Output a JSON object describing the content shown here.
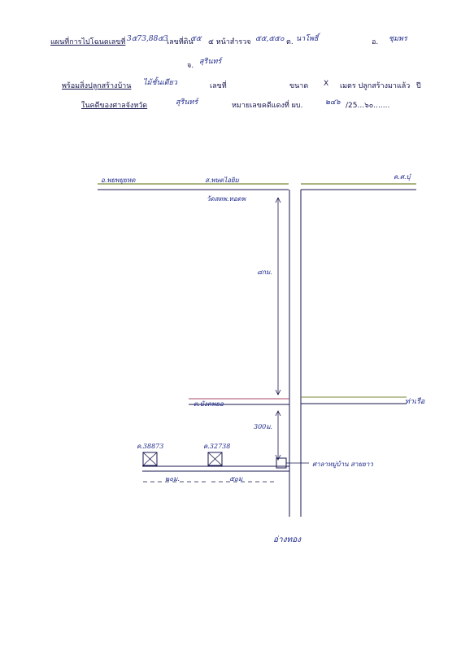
{
  "header": {
    "line1_prefix": "แผนที่การไปโฉนดเลขที่",
    "deed_no": "3๕73,88๕3",
    "land_label": "เลขที่ดิน",
    "land_no": "๕๕",
    "page_label": "๕ หน้าสำรวจ",
    "survey_no": "๕๕,๕๕๐",
    "subdistrict_label": "ต.",
    "subdistrict": "นาโพธิ์",
    "district_label": "อ.",
    "district": "ชุมพร",
    "province_label": "จ.",
    "province": "สุรินทร์"
  },
  "line2": {
    "prefix": "พร้อมสิ่งปลูกสร้างบ้าน",
    "house_type": "ไม้ชั้นเดียว",
    "no_label": "เลขที่",
    "size_label": "ขนาด",
    "x_label": "X",
    "meter_label": "เมตร ปลูกสร้างมาแล้ว",
    "year_label": "ปี"
  },
  "line3": {
    "court_prefix": "ในคดีของศาลจังหวัด",
    "court_province": "สุรินทร์",
    "case_label": "หมายเลขคดีแดงที่ ผบ.",
    "case_no": "๒๔๖",
    "case_year": "/25...๖๐......."
  },
  "map": {
    "road_top_left": "อ.พยพยุยหด",
    "road_top_mid": "ส.พษตไอยิม",
    "road_top_right": "ค.ศ.บุ๋",
    "place_upper": "ว้ดสตพ.ทอดพ",
    "distance_vertical": "๘กม.",
    "road_lower_left": "ต.บังคพยอ",
    "road_lower_right": "ท่าเรือ",
    "distance_short": "300ม.",
    "plot_a": "ค.38873",
    "plot_b": "ค.32738",
    "dist_bottom_a": "๒๐ม.",
    "dist_bottom_b": "๕๐ม",
    "landmark": "ศาลาหมู่บ้าน สายยาว",
    "road_bottom": "อ่างทอง"
  },
  "colors": {
    "ink": "#1f2a8a",
    "line": "#16164f",
    "road_green": "#7a8a3a",
    "road_magenta": "#a84a6a"
  }
}
